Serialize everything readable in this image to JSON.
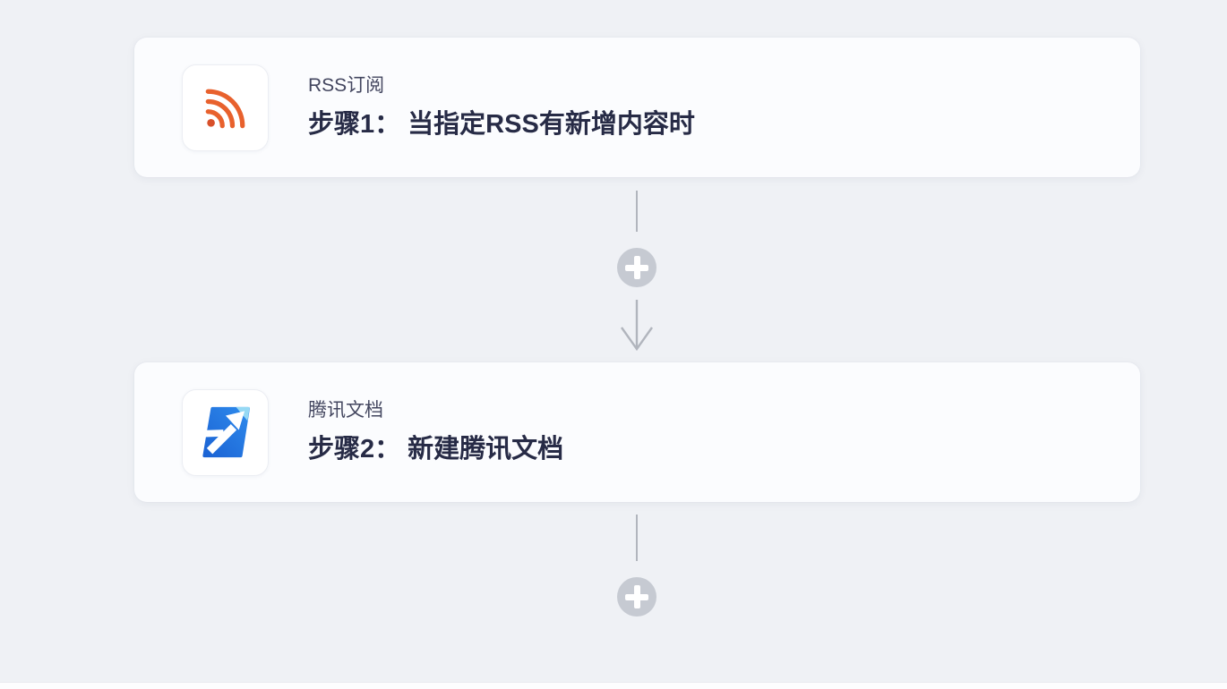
{
  "page": {
    "background_color": "#eff1f5",
    "card_color": "#fbfcfe"
  },
  "steps": [
    {
      "app_name": "RSS订阅",
      "title": "步骤1： 当指定RSS有新增内容时",
      "icon": "rss-icon",
      "icon_color": "#e8612d"
    },
    {
      "app_name": "腾讯文档",
      "title": "步骤2： 新建腾讯文档",
      "icon": "tencent-docs-icon",
      "icon_color": "#2277e0",
      "icon_fold_color": "#96d9f4"
    }
  ],
  "connectors": [
    {
      "type": "between-steps",
      "add_button": "plus-icon",
      "arrow": "arrow-down"
    },
    {
      "type": "after-last-step",
      "add_button": "plus-icon",
      "arrow": "none"
    }
  ],
  "colors": {
    "connector_gray": "#b1b5bd",
    "plus_circle": "#c6cad2",
    "title_text": "#272b46",
    "label_text": "#43465f"
  }
}
